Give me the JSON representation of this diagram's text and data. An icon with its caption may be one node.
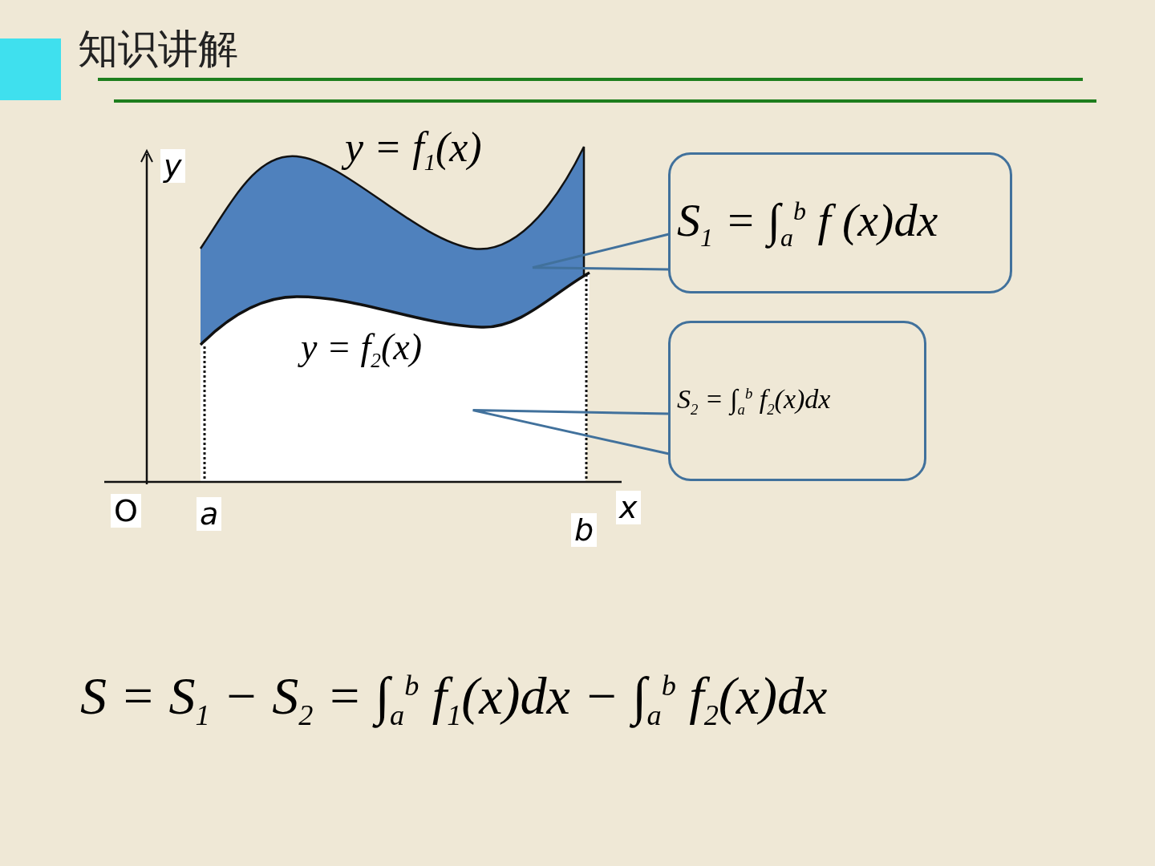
{
  "diagram": {
    "title": "知识讲解",
    "nodes": [
      {
        "text": [],
        "shape": "area"
      },
      {
        "text": [
          "S$_{1}$ = ∫$_{a}$$^{b}$ f (x)dx"
        ]
      },
      {
        "text": [],
        "shape": "area"
      },
      {
        "text": [
          "S$_{2}$ = ∫$_{a}$$^{b}$ f$_{2}$(x)dx"
        ]
      }
    ],
    "edges": [
      {
        "from": 1,
        "to": 0,
        "arrow": "none"
      },
      {
        "from": 3,
        "to": 2,
        "arrow": "none"
      }
    ],
    "labels": [
      "y = f$_{1}$(x)",
      "y",
      "y = f$_{2}$(x)",
      "O",
      "a",
      "x",
      "b",
      "S = S$_{1}$ − S$_{2}$ = ∫$_{a}$$^{b}$ f$_{1}$(x)dx − ∫$_{a}$$^{b}$ f$_{2}$(x)dx"
    ]
  }
}
